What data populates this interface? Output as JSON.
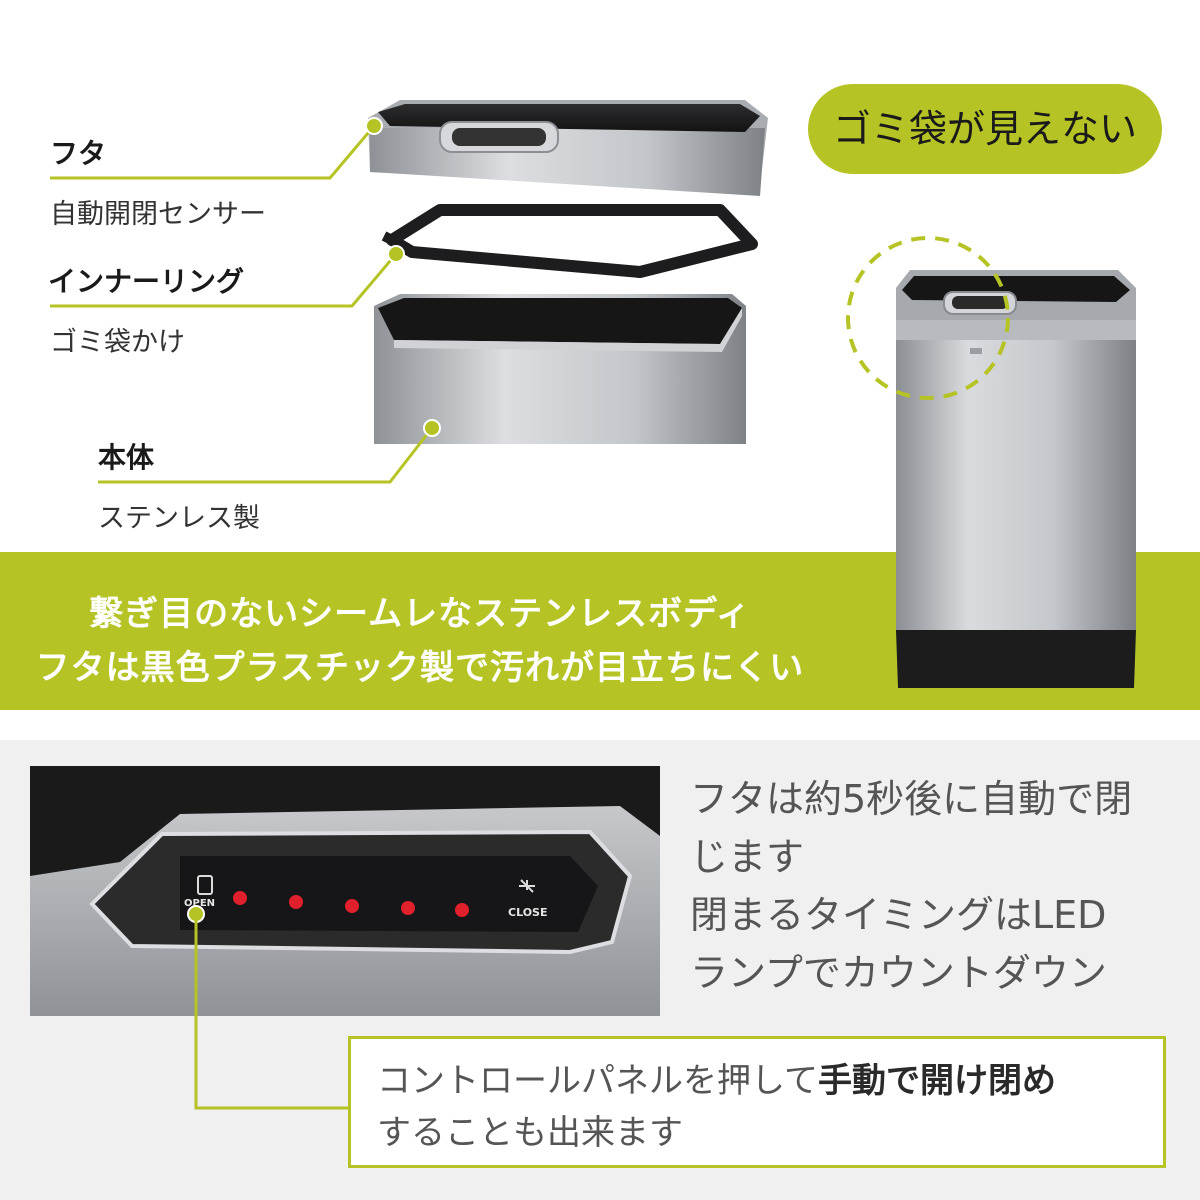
{
  "parts": {
    "lid": {
      "title": "フタ",
      "sub": "自動開閉センサー"
    },
    "ring": {
      "title": "インナーリング",
      "sub": "ゴミ袋かけ"
    },
    "body": {
      "title": "本体",
      "sub": "ステンレス製"
    }
  },
  "badge": "ゴミ袋が見えない",
  "band": {
    "line1": "繋ぎ目のないシームレなステンレスボディ",
    "line2": "フタは黒色プラスチック製で汚れが目立ちにくい"
  },
  "panel": {
    "open_label": "OPEN",
    "close_label": "CLOSE",
    "led_count": 5
  },
  "timer": {
    "line1": "フタは約5秒後に自動で閉",
    "line2": "じます",
    "line3": "閉まるタイミングはLED",
    "line4": "ランプでカウントダウン"
  },
  "callout": {
    "pre": "コントロールパネルを押して",
    "bold": "手動で開け閉め",
    "post": "することも出来ます"
  },
  "colors": {
    "accent": "#b5c424",
    "led": "#e0202a",
    "steel": "#b9bcc0"
  }
}
